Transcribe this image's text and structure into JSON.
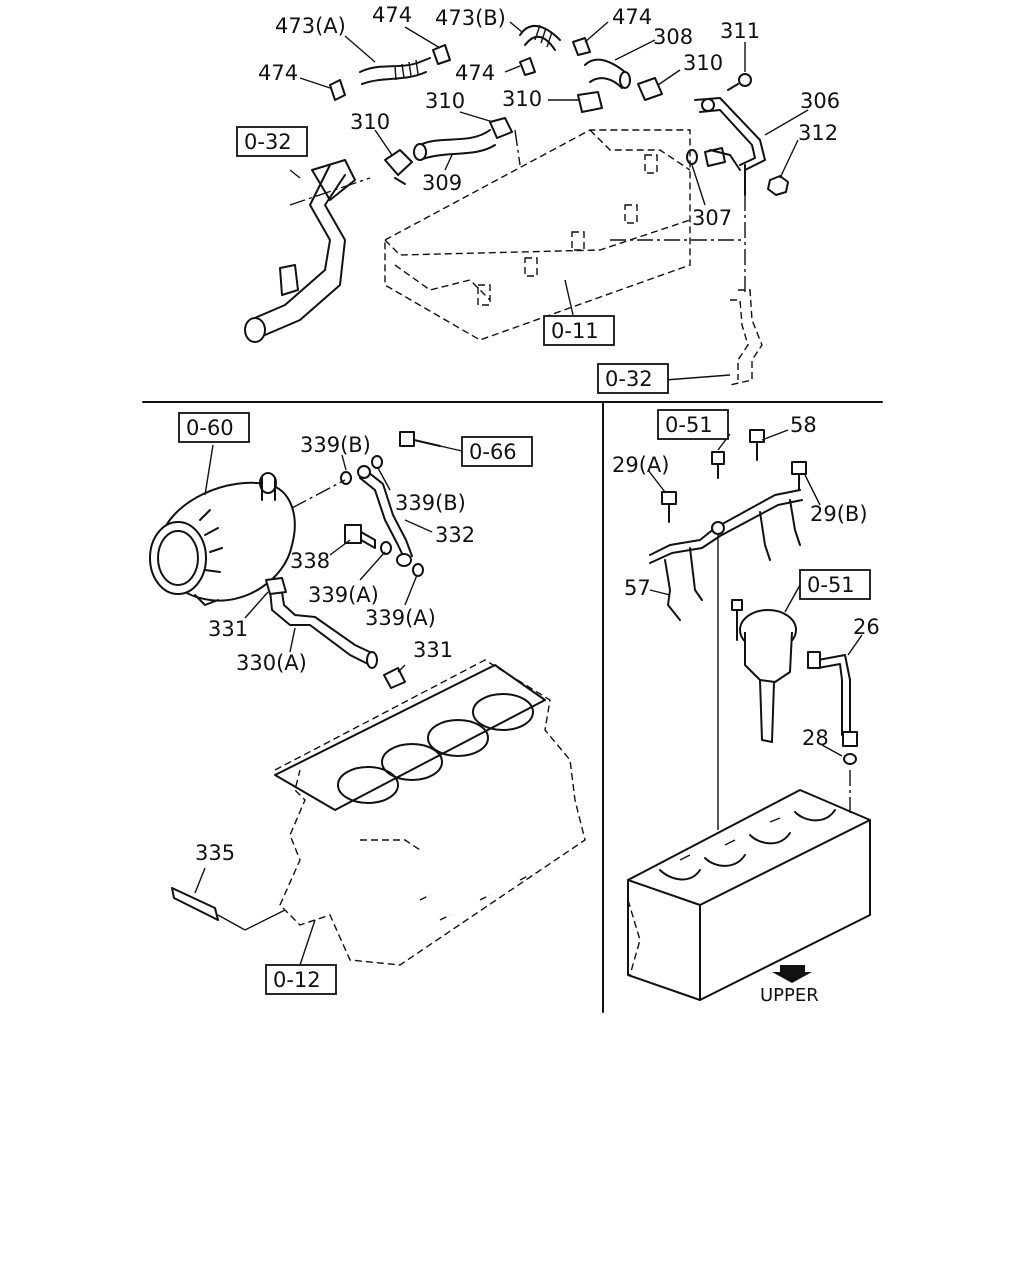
{
  "callouts": {
    "c_473a": "473(A)",
    "c_474_top": "474",
    "c_473b": "473(B)",
    "c_474_topright": "474",
    "c_308": "308",
    "c_311": "311",
    "c_474_left": "474",
    "c_474_mid": "474",
    "c_310_right": "310",
    "c_306": "306",
    "c_310_midleft": "310",
    "c_310_mid": "310",
    "c_312": "312",
    "c_310_left": "310",
    "c_309": "309",
    "c_307": "307",
    "c_339b_top": "339(B)",
    "c_339b_right": "339(B)",
    "c_332": "332",
    "c_338": "338",
    "c_339a_left": "339(A)",
    "c_339a_right": "339(A)",
    "c_331_left": "331",
    "c_330a": "330(A)",
    "c_331_right": "331",
    "c_335": "335",
    "c_58": "58",
    "c_29a": "29(A)",
    "c_29b": "29(B)",
    "c_57": "57",
    "c_26": "26",
    "c_28": "28"
  },
  "references": {
    "r_032_top": "0-32",
    "r_011": "0-11",
    "r_032_bottom": "0-32",
    "r_060": "0-60",
    "r_066": "0-66",
    "r_012": "0-12",
    "r_051_top": "0-51",
    "r_051_mid": "0-51"
  },
  "direction_label": "UPPER"
}
